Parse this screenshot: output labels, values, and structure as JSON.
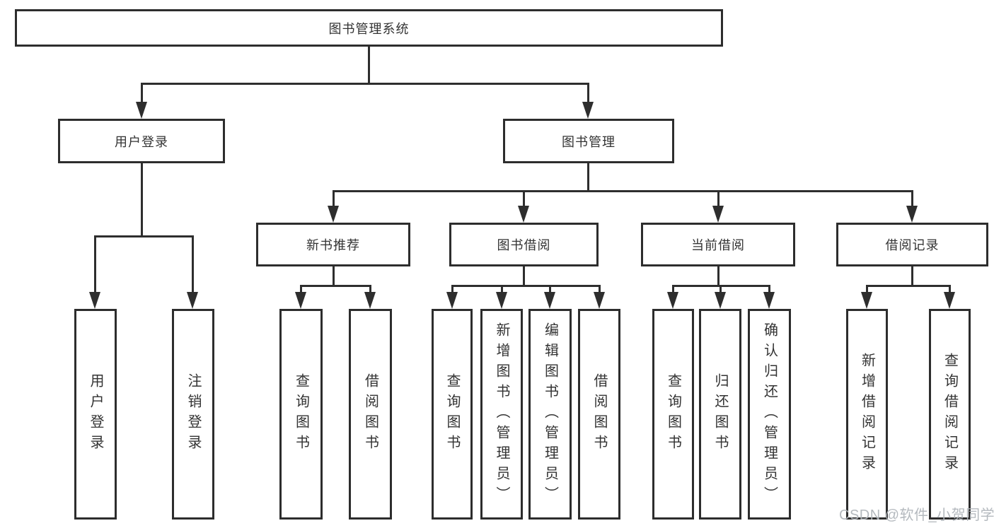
{
  "diagram_title": "图书管理系统",
  "nodes": {
    "root": "图书管理系统",
    "l2": {
      "userLogin": "用户登录",
      "bookMgmt": "图书管理"
    },
    "l3": {
      "newBookRec": "新书推荐",
      "bookBorrow": "图书借阅",
      "currentBorrow": "当前借阅",
      "borrowRecords": "借阅记录"
    },
    "leaves": {
      "userLogin": [
        "用户登录",
        "注销登录"
      ],
      "newBookRec": [
        "查询图书",
        "借阅图书"
      ],
      "bookBorrow": [
        "查询图书",
        "新增图书（管理员）",
        "编辑图书（管理员）",
        "借阅图书"
      ],
      "currentBorrow": [
        "查询图书",
        "归还图书",
        "确认归还（管理员）"
      ],
      "borrowRecords": [
        "新增借阅记录",
        "查询借阅记录"
      ]
    }
  },
  "structure": {
    "图书管理系统": {
      "用户登录": [
        "用户登录",
        "注销登录"
      ],
      "图书管理": {
        "新书推荐": [
          "查询图书",
          "借阅图书"
        ],
        "图书借阅": [
          "查询图书",
          "新增图书（管理员）",
          "编辑图书（管理员）",
          "借阅图书"
        ],
        "当前借阅": [
          "查询图书",
          "归还图书",
          "确认归还（管理员）"
        ],
        "借阅记录": [
          "新增借阅记录",
          "查询借阅记录"
        ]
      }
    }
  },
  "watermark": "CSDN @软件_小贺同学",
  "colors": {
    "line": "#2e2e2e",
    "box_border": "#2d2d2d",
    "text": "#333333",
    "watermark": "#b0b5bb",
    "background": "#ffffff"
  }
}
